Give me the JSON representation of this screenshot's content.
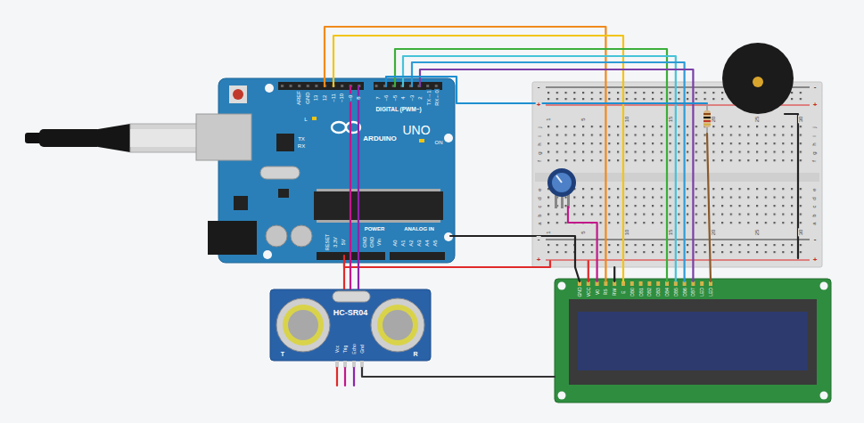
{
  "diagram": {
    "nodes": [
      {
        "text": [
          "ARDUINO",
          "UNO"
        ]
      },
      {
        "text": [
          "HC-SR04"
        ]
      }
    ],
    "edges": [
      {
        "from": 0,
        "to": 1,
        "arrow": "none"
      },
      {
        "from": 0,
        "to": 1,
        "arrow": "none"
      },
      {
        "from": 0,
        "to": 1,
        "arrow": "none"
      }
    ],
    "labels": [
      "AREF",
      "GND",
      "13",
      "12",
      "~11",
      "~10",
      "~9",
      "8",
      "7",
      "~6",
      "~5",
      "4",
      "~3",
      "2",
      "TX→1",
      "RX←0",
      "DIGITAL (PWM~)",
      "L",
      "TX",
      "RX",
      "ON",
      "RESET",
      "3.3V",
      "5V",
      "GND",
      "GND",
      "Vin",
      "POWER",
      "ANALOG IN",
      "A0",
      "A1",
      "A2",
      "A3",
      "A4",
      "A5",
      "T",
      "R",
      "Vcc",
      "Trig",
      "Echo",
      "Gnd",
      "GND",
      "VCC",
      "V0",
      "RS",
      "RW",
      "E",
      "DB0",
      "DB1",
      "DB2",
      "DB3",
      "DB4",
      "DB5",
      "DB6",
      "DB7",
      "LED",
      "LED",
      "1",
      "5",
      "10",
      "15",
      "20",
      "25",
      "30",
      "1",
      "5",
      "10",
      "15",
      "20",
      "25",
      "30",
      "j",
      "i",
      "h",
      "g",
      "f",
      "e",
      "d",
      "c",
      "b",
      "a",
      "j",
      "i",
      "h",
      "g",
      "f",
      "e",
      "d",
      "c",
      "b",
      "a",
      "-",
      "+",
      "-",
      "+",
      "-",
      "+",
      "-",
      "+"
    ]
  }
}
